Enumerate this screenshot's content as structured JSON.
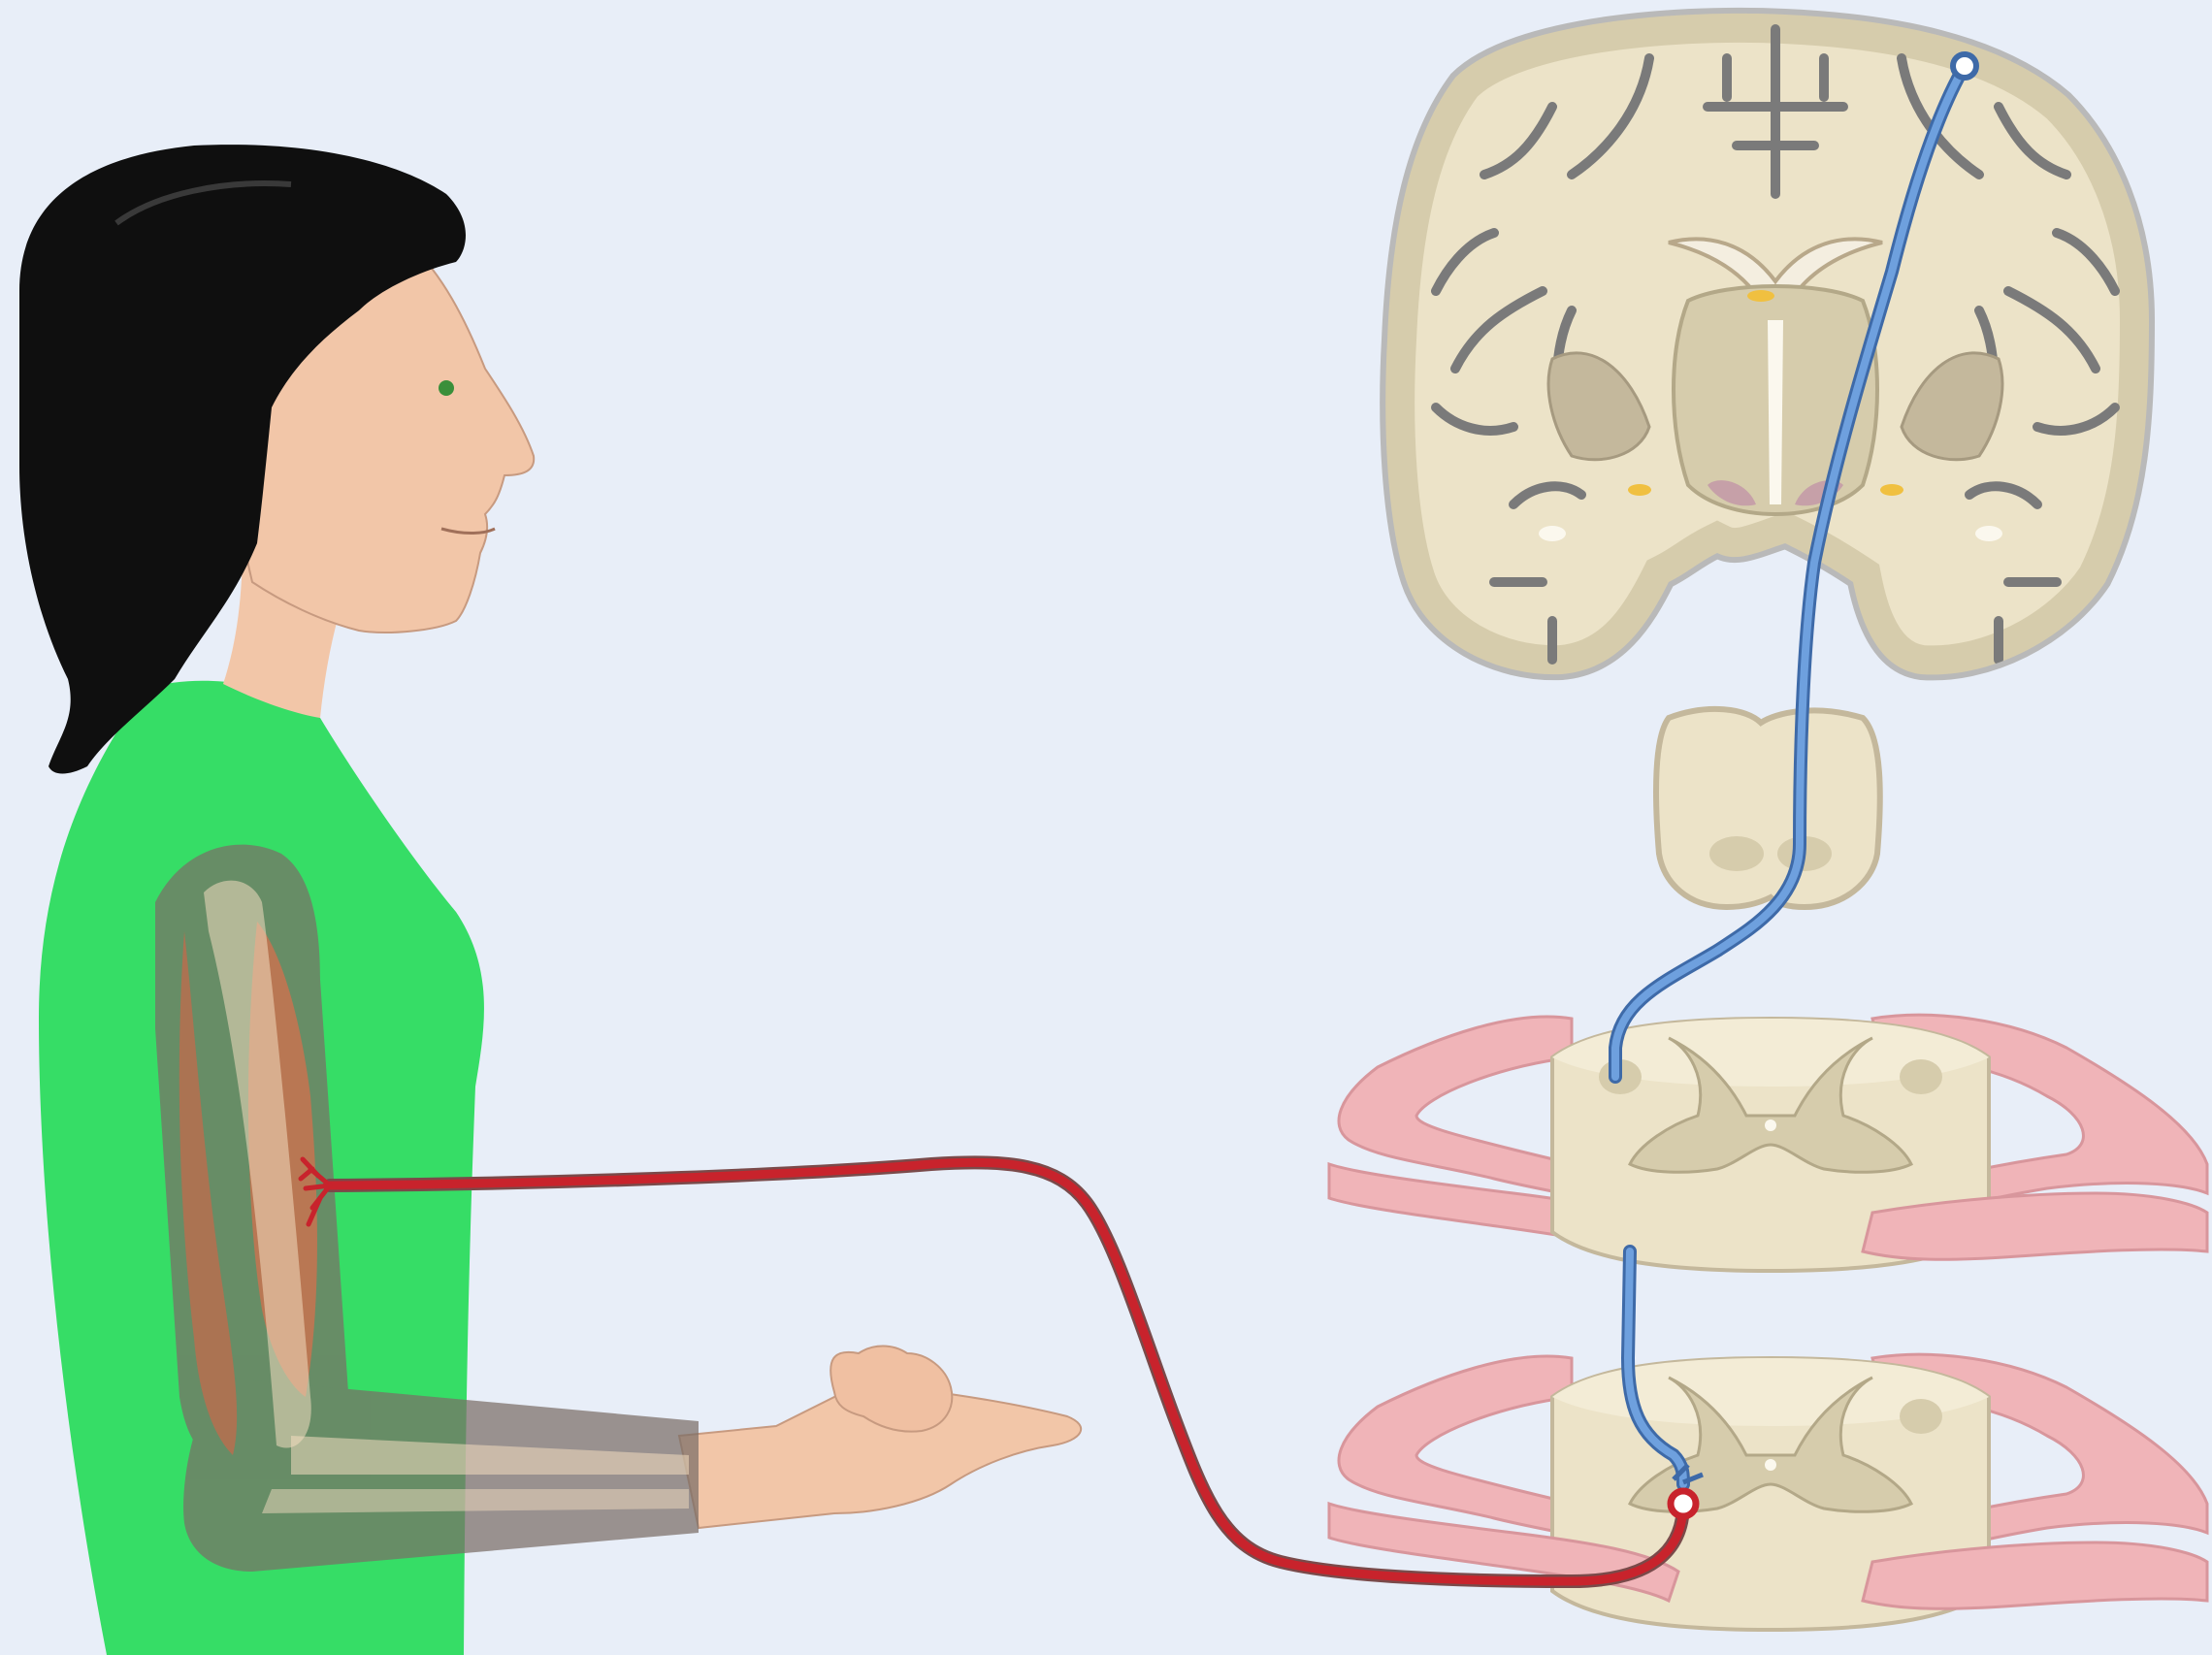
{
  "colors": {
    "background": "#e8eef8",
    "upper_motor_neuron": "#5a8ed0",
    "lower_motor_neuron": "#c8232c",
    "shirt": "#36dd66",
    "skin": "#f2c6a8",
    "hair": "#0f0f0f",
    "brain_white_matter": "#ece3c8",
    "brain_gray_matter": "#d6ccac",
    "sulci": "#7a7a7a",
    "spinal_nerve_roots": "#f0b4b8",
    "arm_overlay": "#7a6e66",
    "muscle": "#d4704e",
    "bone": "#f2dcc0"
  },
  "icons": [
    "human-figure",
    "brain-coronal-section",
    "brainstem-section",
    "spinal-cord-section"
  ]
}
